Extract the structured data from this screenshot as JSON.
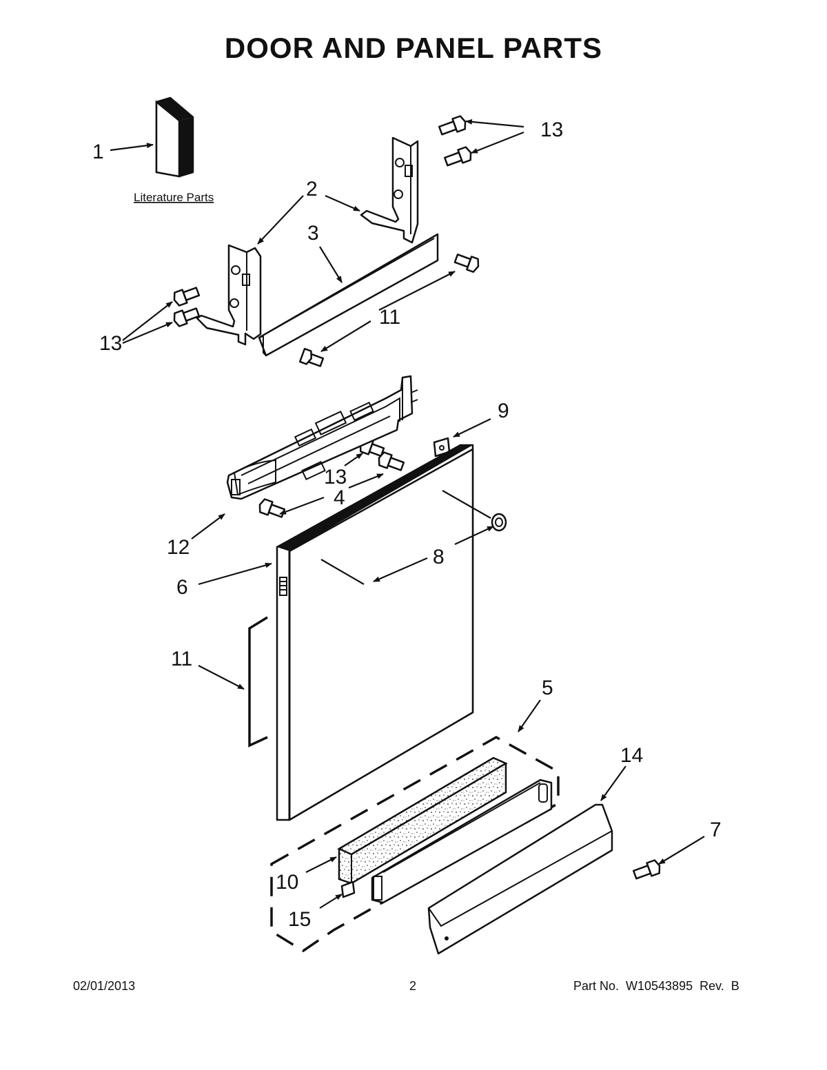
{
  "page": {
    "title": "DOOR AND PANEL PARTS"
  },
  "diagram": {
    "literature_label": "Literature Parts",
    "callouts": {
      "c1": "1",
      "c2": "2",
      "c3": "3",
      "c4": "4",
      "c5": "5",
      "c6": "6",
      "c7": "7",
      "c8": "8",
      "c9": "9",
      "c10": "10",
      "c11": "11",
      "c12": "12",
      "c13": "13",
      "c14": "14",
      "c15": "15"
    }
  },
  "footer": {
    "date": "02/01/2013",
    "page_number": "2",
    "part_label": "Part No.  W10543895  Rev.  B"
  }
}
